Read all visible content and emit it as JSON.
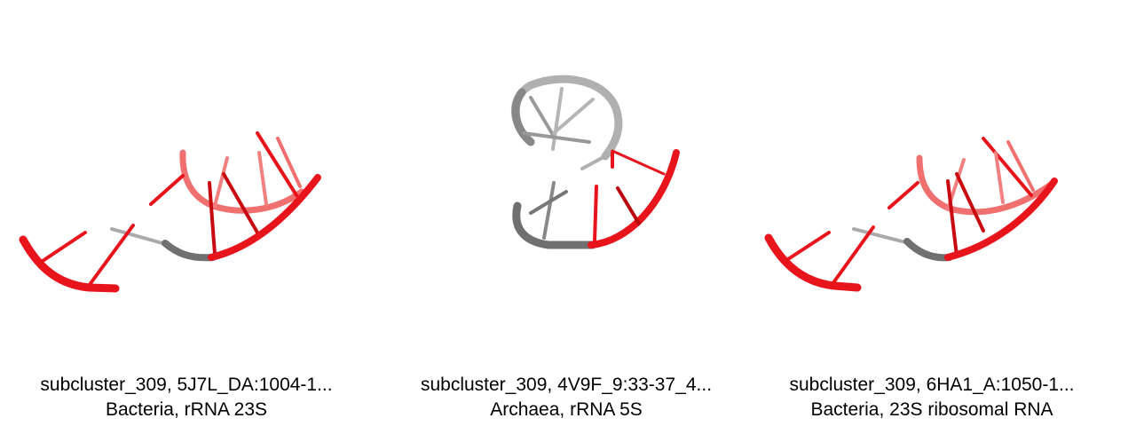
{
  "panels": [
    {
      "line1": "subcluster_309, 5J7L_DA:1004-1...",
      "line2": "Bacteria, rRNA 23S"
    },
    {
      "line1": "subcluster_309, 4V9F_9:33-37_4...",
      "line2": "Archaea, rRNA 5S"
    },
    {
      "line1": "subcluster_309, 6HA1_A:1050-1...",
      "line2": "Bacteria, 23S ribosomal RNA"
    }
  ],
  "colors": {
    "highlight": "#e8141c",
    "backbone": "#808080",
    "background": "#ffffff"
  }
}
